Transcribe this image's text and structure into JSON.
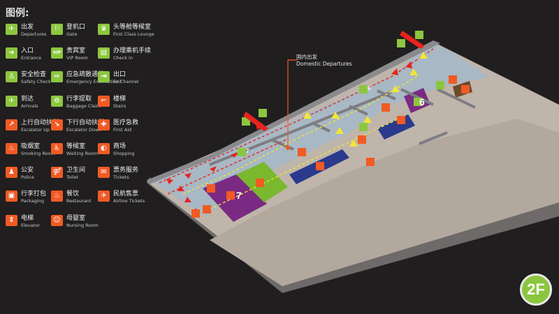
{
  "legend": {
    "title": "图例:",
    "items": [
      {
        "zh": "出发",
        "en": "Departures",
        "icon": "departures-icon",
        "glyph": "✈",
        "color": "#8cc63f"
      },
      {
        "zh": "登机口",
        "en": "Gate",
        "icon": "gate-icon",
        "glyph": "⚐",
        "color": "#8cc63f"
      },
      {
        "zh": "头等舱等候室",
        "en": "First Class Lounge",
        "icon": "first-class-lounge-icon",
        "glyph": "♛",
        "color": "#8cc63f"
      },
      {
        "zh": "入口",
        "en": "Entrance",
        "icon": "entrance-icon",
        "glyph": "➜",
        "color": "#8cc63f"
      },
      {
        "zh": "贵宾室",
        "en": "VIP Room",
        "icon": "vip-room-icon",
        "glyph": "VIP",
        "color": "#8cc63f"
      },
      {
        "zh": "办理乘机手续",
        "en": "Check in",
        "icon": "check-in-icon",
        "glyph": "▤",
        "color": "#8cc63f"
      },
      {
        "zh": "安全检查",
        "en": "Safety Check",
        "icon": "safety-check-icon",
        "glyph": "♙",
        "color": "#8cc63f"
      },
      {
        "zh": "应急疏散通道",
        "en": "Emergency Evacuation Channel",
        "icon": "emergency-exit-icon",
        "glyph": "⇨",
        "color": "#8cc63f"
      },
      {
        "zh": "出口",
        "en": "Exit",
        "icon": "exit-icon",
        "glyph": "⇥",
        "color": "#8cc63f"
      },
      {
        "zh": "到达",
        "en": "Arrivals",
        "icon": "arrivals-icon",
        "glyph": "✈",
        "color": "#8cc63f"
      },
      {
        "zh": "行李提取",
        "en": "Baggage Claim",
        "icon": "baggage-claim-icon",
        "glyph": "⚙",
        "color": "#8cc63f"
      },
      {
        "zh": "楼梯",
        "en": "Stairs",
        "icon": "stairs-icon",
        "glyph": "⌐",
        "color": "#f15a24"
      },
      {
        "zh": "上行自动扶梯",
        "en": "Escalator Up",
        "icon": "escalator-up-icon",
        "glyph": "↗",
        "color": "#f15a24"
      },
      {
        "zh": "下行自动扶梯",
        "en": "Escalator Down",
        "icon": "escalator-down-icon",
        "glyph": "↘",
        "color": "#f15a24"
      },
      {
        "zh": "医疗急救",
        "en": "First Aid",
        "icon": "first-aid-icon",
        "glyph": "✚",
        "color": "#f15a24"
      },
      {
        "zh": "吸烟室",
        "en": "Smoking Room",
        "icon": "smoking-room-icon",
        "glyph": "♨",
        "color": "#f15a24"
      },
      {
        "zh": "等候室",
        "en": "Waiting Room",
        "icon": "waiting-room-icon",
        "glyph": "♿",
        "color": "#f15a24"
      },
      {
        "zh": "商场",
        "en": "Shopping",
        "icon": "shopping-icon",
        "glyph": "◐",
        "color": "#f15a24"
      },
      {
        "zh": "公安",
        "en": "Police",
        "icon": "police-icon",
        "glyph": "♟",
        "color": "#f15a24"
      },
      {
        "zh": "卫生间",
        "en": "Toilet",
        "icon": "toilet-icon",
        "glyph": "⚤",
        "color": "#f15a24"
      },
      {
        "zh": "票务服务",
        "en": "Tickets",
        "icon": "tickets-icon",
        "glyph": "✉",
        "color": "#f15a24"
      },
      {
        "zh": "行李打包",
        "en": "Packaging",
        "icon": "packaging-icon",
        "glyph": "▣",
        "color": "#f15a24"
      },
      {
        "zh": "餐饮",
        "en": "Restaurant",
        "icon": "restaurant-icon",
        "glyph": "♨",
        "color": "#f15a24"
      },
      {
        "zh": "民航售票",
        "en": "Airline Tickets",
        "icon": "airline-tickets-icon",
        "glyph": "✈",
        "color": "#f15a24"
      },
      {
        "zh": "电梯",
        "en": "Elevator",
        "icon": "elevator-icon",
        "glyph": "⇕",
        "color": "#f15a24"
      },
      {
        "zh": "母婴室",
        "en": "Nursing Room",
        "icon": "nursing-room-icon",
        "glyph": "☺",
        "color": "#f15a24"
      }
    ]
  },
  "map": {
    "callout_zh": "国内出发",
    "callout_en": "Domestic Departures",
    "room_labels": [
      "7",
      "6"
    ],
    "gate_markers": [
      "7",
      "6"
    ],
    "floor": "2F",
    "colors": {
      "accent_green": "#8cc63f",
      "accent_orange": "#f15a24",
      "purple": "#7b2a83",
      "navy": "#2b3a8c",
      "floor_blue": "#a8b8c4",
      "arrow_red": "#e8231f",
      "arrow_yellow": "#f2e635"
    }
  }
}
